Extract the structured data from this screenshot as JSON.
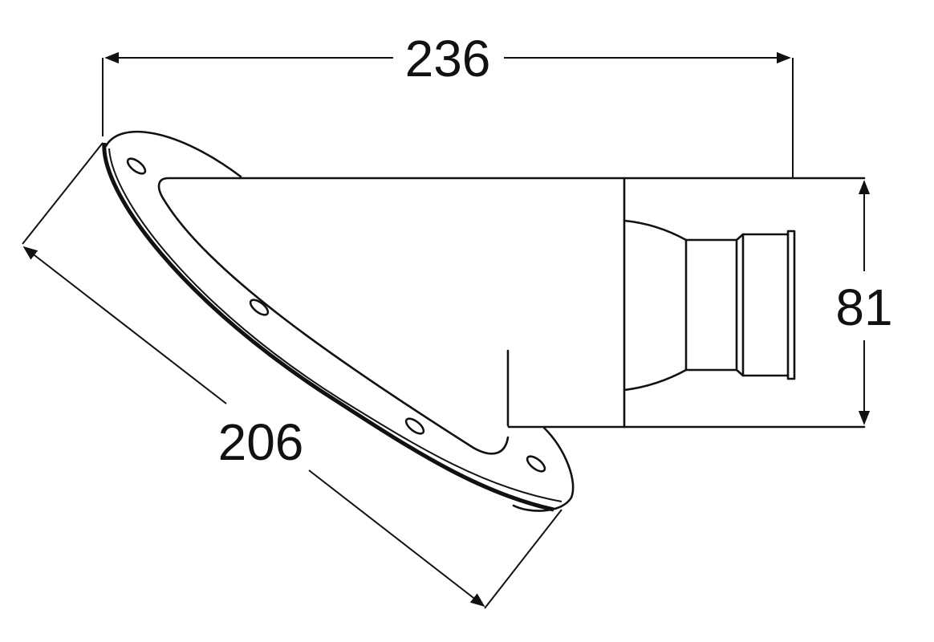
{
  "drawing": {
    "subject": "angled flange outlet fitting",
    "line_color": "#111111",
    "background": "#ffffff"
  },
  "dimensions": {
    "overall_length": "236",
    "height": "81",
    "flange_length": "206"
  }
}
